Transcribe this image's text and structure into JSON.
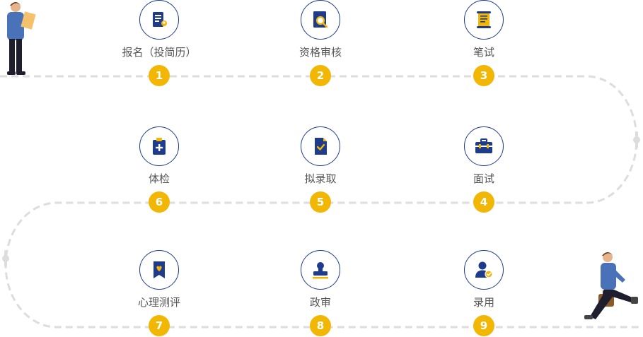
{
  "colors": {
    "navy": "#1f3c8c",
    "gold": "#f2b705",
    "path": "#dddddd",
    "label": "#555555"
  },
  "steps": [
    {
      "number": "1",
      "label": "报名（投简历）",
      "icon": "resume-icon"
    },
    {
      "number": "2",
      "label": "资格审核",
      "icon": "magnifier-document-icon"
    },
    {
      "number": "3",
      "label": "笔试",
      "icon": "scroll-icon"
    },
    {
      "number": "4",
      "label": "面试",
      "icon": "briefcase-icon"
    },
    {
      "number": "5",
      "label": "拟录取",
      "icon": "checked-document-icon"
    },
    {
      "number": "6",
      "label": "体检",
      "icon": "medical-clipboard-icon"
    },
    {
      "number": "7",
      "label": "心理测评",
      "icon": "heart-bookmark-icon"
    },
    {
      "number": "8",
      "label": "政审",
      "icon": "stamp-icon"
    },
    {
      "number": "9",
      "label": "录用",
      "icon": "user-approved-icon"
    }
  ]
}
